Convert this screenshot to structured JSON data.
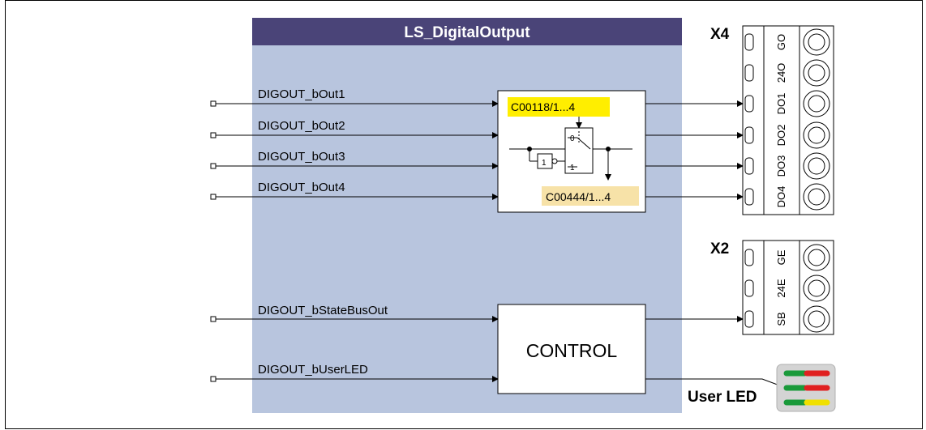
{
  "title": "LS_DigitalOutput",
  "inputs": {
    "out1": "DIGOUT_bOut1",
    "out2": "DIGOUT_bOut2",
    "out3": "DIGOUT_bOut3",
    "out4": "DIGOUT_bOut4",
    "state_bus_out": "DIGOUT_bStateBusOut",
    "user_led": "DIGOUT_bUserLED"
  },
  "inversion_block": {
    "param_top": "C00118/1...4",
    "param_bottom": "C00444/1...4",
    "switch_label_0": "0",
    "switch_label_1": "1",
    "not_gate_label": "1"
  },
  "control_block": {
    "label": "CONTROL"
  },
  "connector_x4": {
    "name": "X4",
    "terminals": [
      "GO",
      "24O",
      "DO1",
      "DO2",
      "DO3",
      "DO4"
    ]
  },
  "connector_x2": {
    "name": "X2",
    "terminals": [
      "GE",
      "24E",
      "SB"
    ]
  },
  "user_led": {
    "label": "User LED",
    "colors": {
      "green": "#1a9a3a",
      "red": "#e02020",
      "yellow": "#f0e000"
    }
  },
  "colors": {
    "block_fill": "#b8c5de",
    "title_bar": "#4a4478",
    "param_highlight": "#ffee00",
    "param_readonly": "#f7e2a8"
  }
}
